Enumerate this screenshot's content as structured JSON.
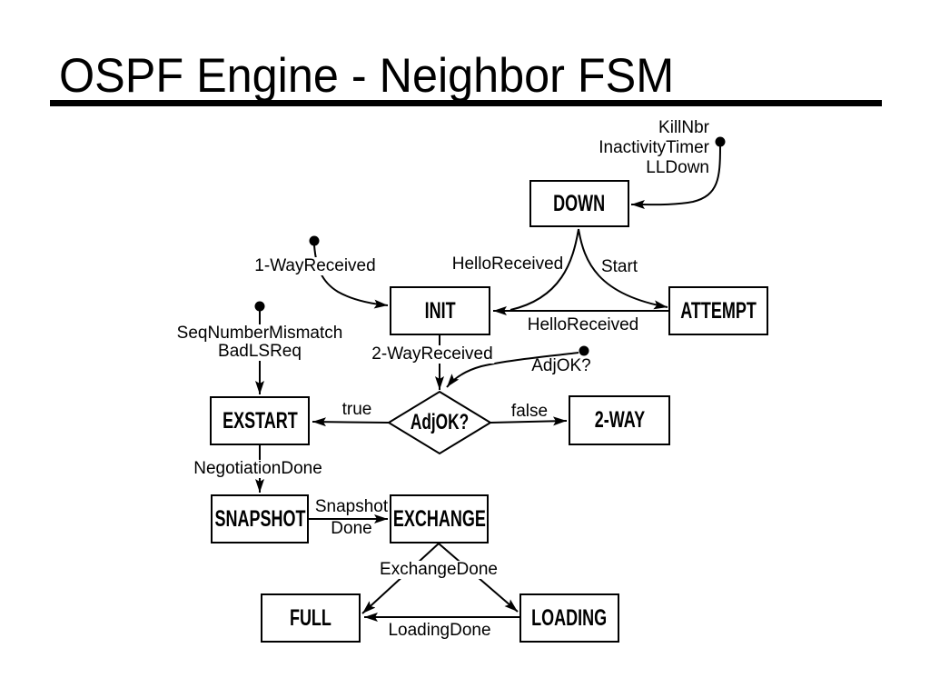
{
  "slide": {
    "title": "OSPF Engine - Neighbor FSM"
  },
  "states": {
    "down": "DOWN",
    "init": "INIT",
    "attempt": "ATTEMPT",
    "exstart": "EXSTART",
    "two_way": "2-WAY",
    "snapshot": "SNAPSHOT",
    "exchange": "EXCHANGE",
    "full": "FULL",
    "loading": "LOADING"
  },
  "decision": {
    "label": "AdjOK?"
  },
  "events": {
    "kill_nbr": "KillNbr",
    "inactivity_timer": "InactivityTimer",
    "ll_down": "LLDown",
    "one_way_received": "1-WayReceived",
    "hello_received_down_init": "HelloReceived",
    "start": "Start",
    "hello_received_attempt_init": "HelloReceived",
    "seq_number_mismatch": "SeqNumberMismatch",
    "bad_ls_req": "BadLSReq",
    "two_way_received": "2-WayReceived",
    "adj_ok": "AdjOK?",
    "true_branch": "true",
    "false_branch": "false",
    "negotiation_done": "NegotiationDone",
    "snapshot_done_line1": "Snapshot",
    "snapshot_done_line2": "Done",
    "exchange_done": "ExchangeDone",
    "loading_done": "LoadingDone"
  }
}
